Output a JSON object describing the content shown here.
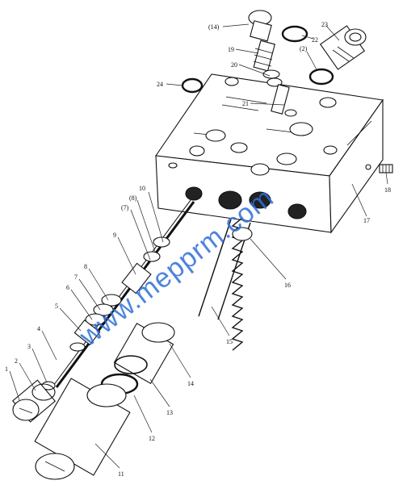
{
  "watermark": "www.mepprm.com",
  "labels": {
    "l1": "1",
    "l2": "2",
    "l3": "3",
    "l4": "4",
    "l5": "5",
    "l6": "6",
    "l7": "7",
    "l8": "8",
    "l9": "9",
    "l10": "10",
    "l11": "11",
    "l12": "12",
    "l13": "13",
    "l14": "14",
    "l15": "15",
    "l16": "16",
    "l17": "17",
    "l18": "18",
    "l19": "19",
    "l20": "20",
    "l21": "21",
    "l22": "22",
    "l23": "23",
    "l24": "24",
    "l7p": "(7)",
    "l8p": "(8)",
    "l2p": "(2)",
    "l14p": "(14)"
  }
}
